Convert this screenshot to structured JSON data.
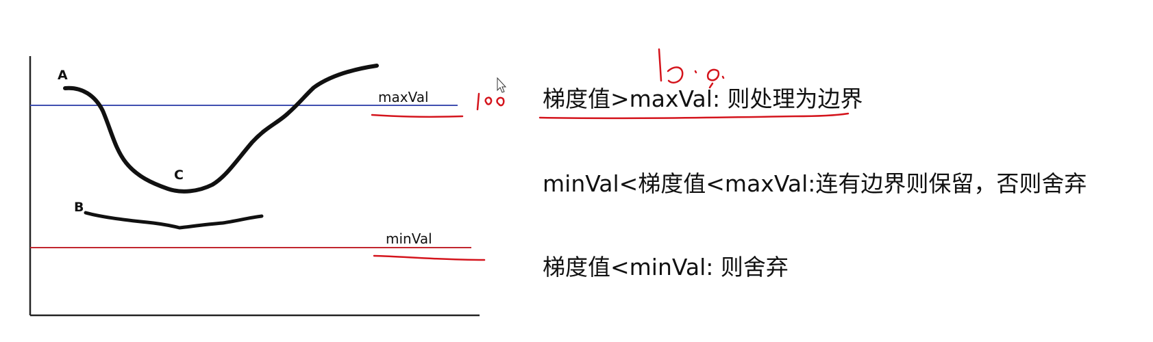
{
  "diagram": {
    "point_labels": {
      "a": "A",
      "b": "B",
      "c": "C"
    },
    "thresholds": {
      "max_label": "maxVal",
      "min_label": "minVal",
      "max_color": "#3f4fb0",
      "min_color": "#c1262e"
    },
    "annotation_color": "#d4141c"
  },
  "rules": [
    {
      "text": "梯度值>maxVal: 则处理为边界"
    },
    {
      "text": "minVal<梯度值<maxVal:连有边界则保留，否则舍弃"
    },
    {
      "text": "梯度值<minVal: 则舍弃"
    }
  ],
  "handwritten": {
    "max_note": "100",
    "top_note": "13.0"
  }
}
